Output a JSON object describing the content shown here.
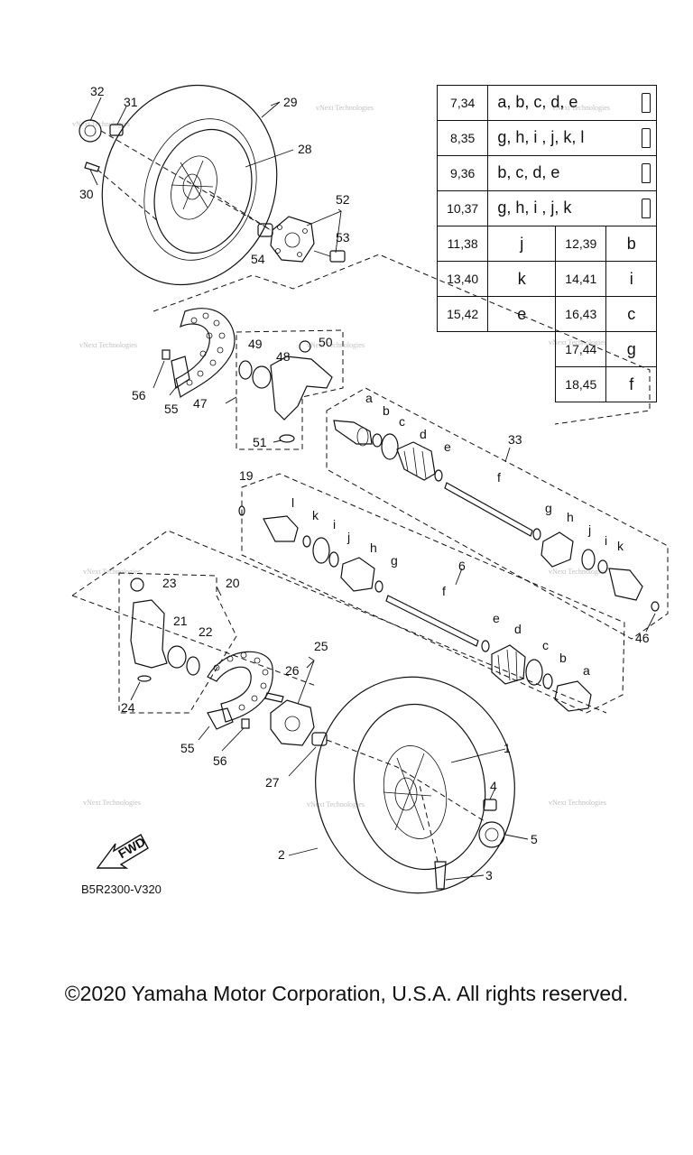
{
  "callouts": {
    "c1": "1",
    "c2": "2",
    "c3": "3",
    "c4": "4",
    "c5": "5",
    "c6": "6",
    "c19": "19",
    "c20": "20",
    "c21": "21",
    "c22": "22",
    "c23": "23",
    "c24": "24",
    "c25": "25",
    "c26": "26",
    "c27": "27",
    "c28": "28",
    "c29": "29",
    "c30": "30",
    "c31": "31",
    "c32": "32",
    "c33": "33",
    "c46": "46",
    "c47": "47",
    "c48": "48",
    "c49": "49",
    "c50": "50",
    "c51": "51",
    "c52": "52",
    "c53": "53",
    "c54": "54",
    "c55a": "55",
    "c56a": "56",
    "c55b": "55",
    "c56b": "56"
  },
  "letters": {
    "upper_a": "a",
    "upper_b": "b",
    "upper_c": "c",
    "upper_d": "d",
    "upper_e": "e",
    "upper_f": "f",
    "upper_g": "g",
    "upper_h": "h",
    "upper_i": "i",
    "upper_j": "j",
    "upper_k": "k",
    "mid_l": "l",
    "mid_k": "k",
    "mid_i": "i",
    "mid_j": "j",
    "mid_h": "h",
    "mid_g": "g",
    "mid_f": "f",
    "mid_e": "e",
    "mid_d": "d",
    "mid_c": "c",
    "mid_b": "b",
    "mid_a": "a"
  },
  "legend": {
    "rows": [
      {
        "ref": "7,34",
        "codes": "a, b, c, d, e"
      },
      {
        "ref": "8,35",
        "codes": "g, h, i , j, k, l"
      },
      {
        "ref": "9,36",
        "codes": "b, c, d, e"
      },
      {
        "ref": "10,37",
        "codes": "g, h, i , j, k"
      }
    ],
    "pairs": [
      {
        "ref1": "11,38",
        "code1": "j",
        "ref2": "12,39",
        "code2": "b"
      },
      {
        "ref1": "13,40",
        "code1": "k",
        "ref2": "14,41",
        "code2": "i"
      },
      {
        "ref1": "15,42",
        "code1": "e",
        "ref2": "16,43",
        "code2": "c"
      }
    ],
    "singles": [
      {
        "ref": "17,44",
        "code": "g"
      },
      {
        "ref": "18,45",
        "code": "f"
      }
    ]
  },
  "fwd_label": "FWD",
  "diagram_code": "B5R2300-V320",
  "watermark": "vNext Technologies",
  "copyright": "©2020 Yamaha Motor Corporation, U.S.A. All rights reserved."
}
